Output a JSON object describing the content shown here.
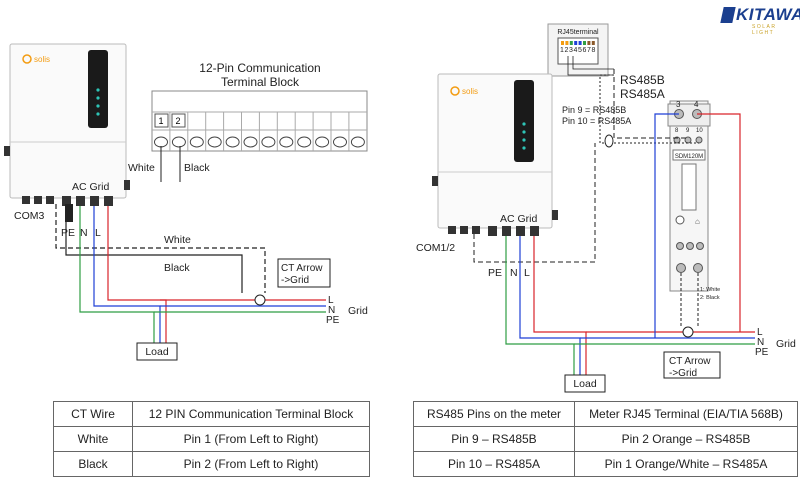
{
  "brand": {
    "name": "KITAWA",
    "tagline": "SOLAR LIGHT"
  },
  "inverter_brand": "solis",
  "left": {
    "terminal_title_line1": "12-Pin Communication",
    "terminal_title_line2": "Terminal Block",
    "pin1": "1",
    "pin2": "2",
    "white_label": "White",
    "black_label": "Black",
    "ac_grid": "AC Grid",
    "com": "COM3",
    "pe": "PE",
    "n": "N",
    "l": "L",
    "wire_white": "White",
    "wire_black": "Black",
    "ct_arrow1": "CT Arrow",
    "ct_arrow2": "->Grid",
    "grid_l": "L",
    "grid_n": "N",
    "grid_pe": "PE",
    "grid": "Grid",
    "load": "Load"
  },
  "right": {
    "rj45_title": "RJ45terminal",
    "rj45_pins": "12345678",
    "rs485b": "RS485B",
    "rs485a": "RS485A",
    "pin9": "Pin 9 = RS485B",
    "pin10": "Pin 10 = RS485A",
    "ac_grid": "AC Grid",
    "com": "COM1/2",
    "pe": "PE",
    "n": "N",
    "l": "L",
    "meter_model": "SDM120M",
    "term3": "3",
    "term4": "4",
    "term8": "8",
    "term9": "9",
    "term10": "10",
    "meter_white": "1: White",
    "meter_black": "2: Black",
    "ct_arrow1": "CT Arrow",
    "ct_arrow2": "->Grid",
    "grid_l": "L",
    "grid_n": "N",
    "grid_pe": "PE",
    "grid": "Grid",
    "load": "Load"
  },
  "table_left": {
    "headers": [
      "CT Wire",
      "12 PIN Communication Terminal Block"
    ],
    "rows": [
      [
        "White",
        "Pin 1 (From Left to Right)"
      ],
      [
        "Black",
        "Pin 2 (From Left to Right)"
      ]
    ]
  },
  "table_right": {
    "headers": [
      "RS485 Pins on the meter",
      "Meter RJ45 Terminal (EIA/TIA 568B)"
    ],
    "rows": [
      [
        "Pin 9 – RS485B",
        "Pin 2 Orange – RS485B"
      ],
      [
        "Pin 10 – RS485A",
        "Pin 1 Orange/White – RS485A"
      ]
    ]
  },
  "colors": {
    "live": "#d9242b",
    "neutral": "#1f3fd6",
    "earth": "#2f9e44",
    "orange": "#f39c12",
    "wire_black": "#222222",
    "brand": "#1b3f8f"
  }
}
